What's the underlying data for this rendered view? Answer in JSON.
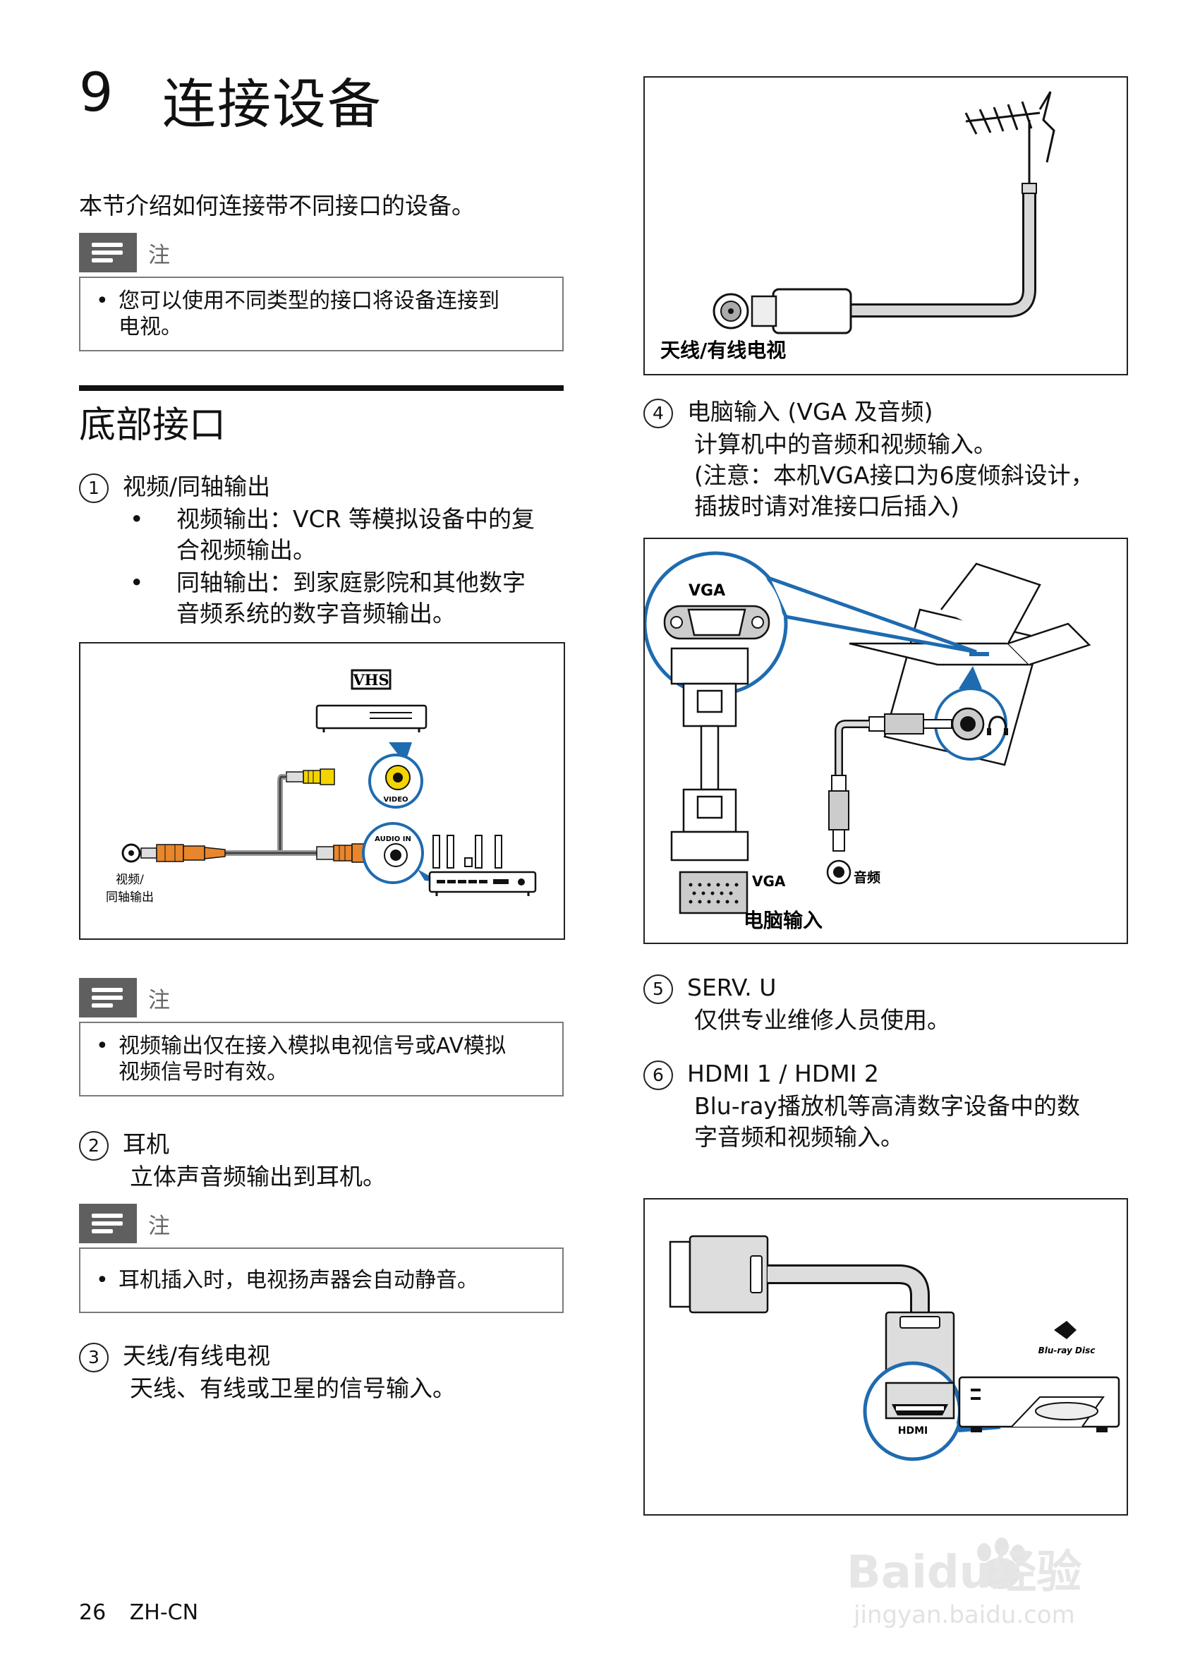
{
  "chapter": {
    "number": "9",
    "title": "连接设备"
  },
  "intro": "本节介绍如何连接带不同接口的设备。",
  "note_label": "注",
  "notes": [
    "您可以使用不同类型的接口将设备连接到电视。",
    "视频输出仅在接入模拟电视信号或AV模拟视频信号时有效。",
    "耳机插入时，电视扬声器会自动静音。"
  ],
  "note1_lines": [
    "您可以使用不同类型的接口将设备连接到",
    "电视。"
  ],
  "note2_lines": [
    "视频输出仅在接入模拟电视信号或AV模拟",
    "视频信号时有效。"
  ],
  "section": "底部接口",
  "items": [
    {
      "num": "1",
      "title": "视频/同轴输出",
      "bullets": [
        {
          "lines": [
            "视频输出：VCR 等模拟设备中的复",
            "合视频输出。"
          ]
        },
        {
          "lines": [
            "同轴输出：到家庭影院和其他数字",
            "音频系统的数字音频输出。"
          ]
        }
      ]
    },
    {
      "num": "2",
      "title": "耳机",
      "desc": "立体声音频输出到耳机。"
    },
    {
      "num": "3",
      "title": "天线/有线电视",
      "desc": "天线、有线或卫星的信号输入。"
    },
    {
      "num": "4",
      "title": "电脑输入 (VGA 及音频)",
      "lines": [
        "计算机中的音频和视频输入。",
        "(注意：本机VGA接口为6度倾斜设计，",
        "插拔时请对准接口后插入)"
      ]
    },
    {
      "num": "5",
      "title": "SERV. U",
      "desc": "仅供专业维修人员使用。"
    },
    {
      "num": "6",
      "title": "HDMI 1 / HDMI 2",
      "lines": [
        "Blu-ray播放机等高清数字设备中的数",
        "字音频和视频输入。"
      ]
    }
  ],
  "fig_video": {
    "vhs": "VHS",
    "video": "VIDEO",
    "audio_in": "AUDIO IN",
    "caption_lines": [
      "视频/",
      "同轴输出"
    ]
  },
  "fig_antenna": {
    "caption": "天线/有线电视"
  },
  "fig_pc": {
    "vga_top": "VGA",
    "vga_bottom": "VGA",
    "audio": "音频",
    "caption": "电脑输入"
  },
  "fig_hdmi": {
    "hdmi": "HDMI",
    "bluray": "Blu-ray Disc"
  },
  "footer": {
    "page": "26",
    "lang": "ZH-CN"
  },
  "watermark": {
    "brand": "Baidu经验",
    "url": "jingyan.baidu.com"
  }
}
